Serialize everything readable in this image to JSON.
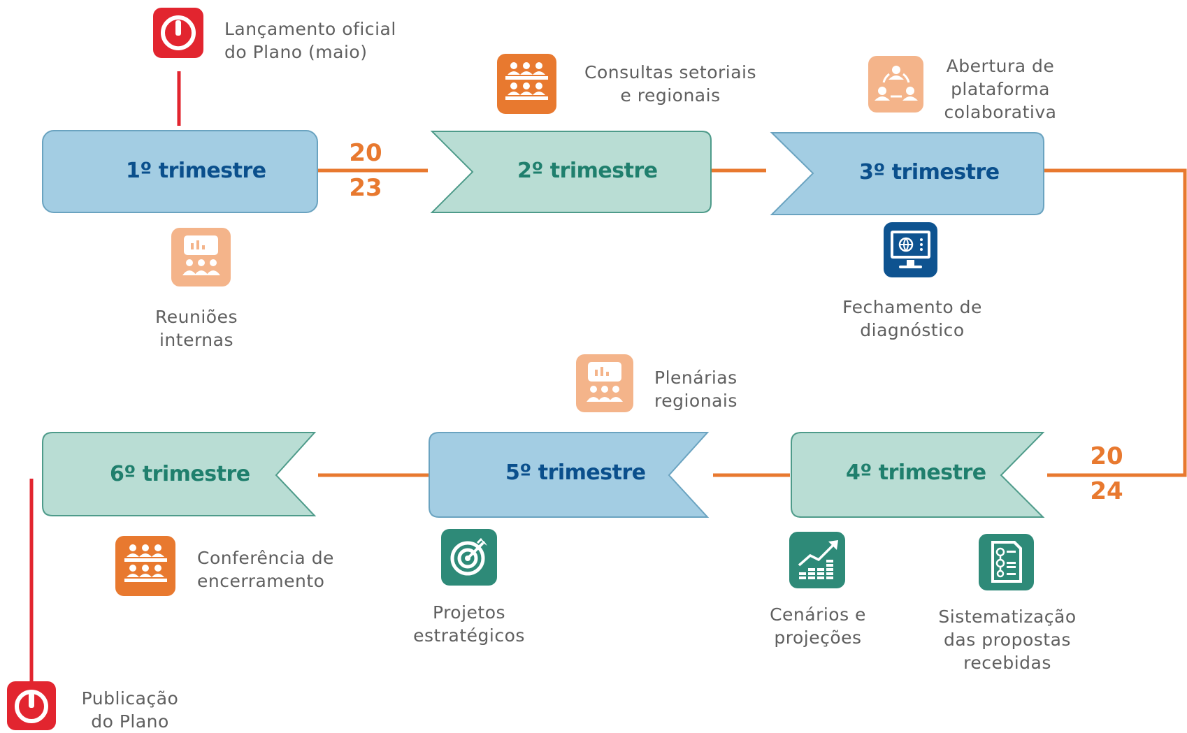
{
  "colors": {
    "orange": "#e8792f",
    "red": "#e2252f",
    "blue_box": "#a3cde3",
    "teal_box": "#b9ddd4",
    "blue_text": "#0a4f8c",
    "teal_text": "#1f7f6d",
    "peach_icon": "#f4b48a",
    "dark_blue_icon": "#0e5390",
    "teal_icon": "#2e8a78"
  },
  "years": {
    "first": {
      "top": "20",
      "bottom": "23"
    },
    "second": {
      "top": "20",
      "bottom": "24"
    }
  },
  "stages": [
    {
      "id": "t1",
      "label": "1º trimestre"
    },
    {
      "id": "t2",
      "label": "2º trimestre"
    },
    {
      "id": "t3",
      "label": "3º trimestre"
    },
    {
      "id": "t4",
      "label": "4º trimestre"
    },
    {
      "id": "t5",
      "label": "5º trimestre"
    },
    {
      "id": "t6",
      "label": "6º trimestre"
    }
  ],
  "events": {
    "lancamento": {
      "icon": "power-icon",
      "lines": [
        "Lançamento oficial",
        "do Plano (maio)"
      ]
    },
    "reunioes": {
      "icon": "meeting-icon",
      "lines": [
        "Reuniões",
        "internas"
      ]
    },
    "consultas": {
      "icon": "auditorium-icon",
      "lines": [
        "Consultas setoriais",
        "e regionais"
      ]
    },
    "abertura": {
      "icon": "collaboration-icon",
      "lines": [
        "Abertura de",
        "plataforma",
        "colaborativa"
      ]
    },
    "fechamento": {
      "icon": "monitor-globe-icon",
      "lines": [
        "Fechamento de",
        "diagnóstico"
      ]
    },
    "plenarias": {
      "icon": "meeting-icon",
      "lines": [
        "Plenárias",
        "regionais"
      ]
    },
    "cenarios": {
      "icon": "growth-chart-icon",
      "lines": [
        "Cenários e",
        "projeções"
      ]
    },
    "sistematizacao": {
      "icon": "document-list-icon",
      "lines": [
        "Sistematização",
        "das propostas",
        "recebidas"
      ]
    },
    "projetos": {
      "icon": "target-icon",
      "lines": [
        "Projetos",
        "estratégicos"
      ]
    },
    "conferencia": {
      "icon": "auditorium-icon",
      "lines": [
        "Conferência de",
        "encerramento"
      ]
    },
    "publicacao": {
      "icon": "power-icon",
      "lines": [
        "Publicação",
        "do Plano"
      ]
    }
  }
}
